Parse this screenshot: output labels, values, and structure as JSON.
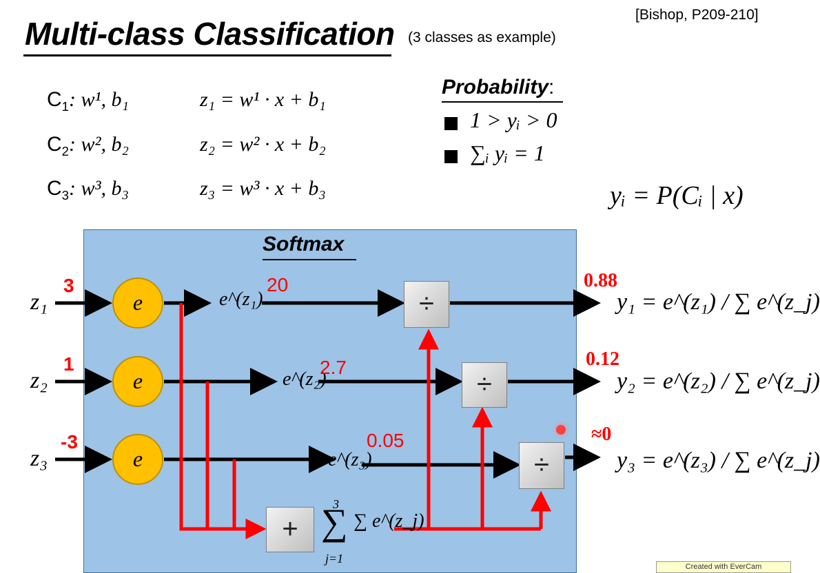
{
  "header": {
    "title": "Multi-class Classification",
    "subtitle": "(3 classes as example)",
    "citation": "[Bishop, P209-210]"
  },
  "classes": [
    {
      "label": "C",
      "sub": "1",
      "params": ": w¹, b₁",
      "eq": "z₁ = w¹ · x + b₁"
    },
    {
      "label": "C",
      "sub": "2",
      "params": ": w², b₂",
      "eq": "z₂ = w² · x + b₂"
    },
    {
      "label": "C",
      "sub": "3",
      "params": ": w³, b₃",
      "eq": "z₃ = w³ · x + b₃"
    }
  ],
  "probability": {
    "title": "Probability",
    "title_suffix": ":",
    "bullets": [
      "1 > yᵢ > 0",
      "∑ᵢ yᵢ = 1"
    ],
    "definition": "yᵢ = P(Cᵢ | x)"
  },
  "softmax": {
    "label": "Softmax",
    "node_label": "e",
    "divide_symbol": "÷",
    "plus_symbol": "+",
    "sum_expr": "∑ e^(z_j)",
    "sum_upper": "3",
    "sum_lower": "j=1",
    "rows": [
      {
        "z": "z₁",
        "input": "3",
        "exp": "e^(z₁)",
        "exp_value": "20",
        "output": "0.88",
        "out_eq": "y₁ = e^(z₁) / ∑ e^(z_j)"
      },
      {
        "z": "z₂",
        "input": "1",
        "exp": "e^(z₂)",
        "exp_value": "2.7",
        "output": "0.12",
        "out_eq": "y₂ = e^(z₂) / ∑ e^(z_j)"
      },
      {
        "z": "z₃",
        "input": "-3",
        "exp": "e^(z₃)",
        "exp_value": "0.05",
        "output": "≈0",
        "out_eq": "y₃ = e^(z₃) / ∑ e^(z_j)"
      }
    ]
  },
  "watermark": "Created with EverCam",
  "colors": {
    "panel": "#9dc3e6",
    "node": "#ffc000",
    "accent": "#ff0000"
  }
}
